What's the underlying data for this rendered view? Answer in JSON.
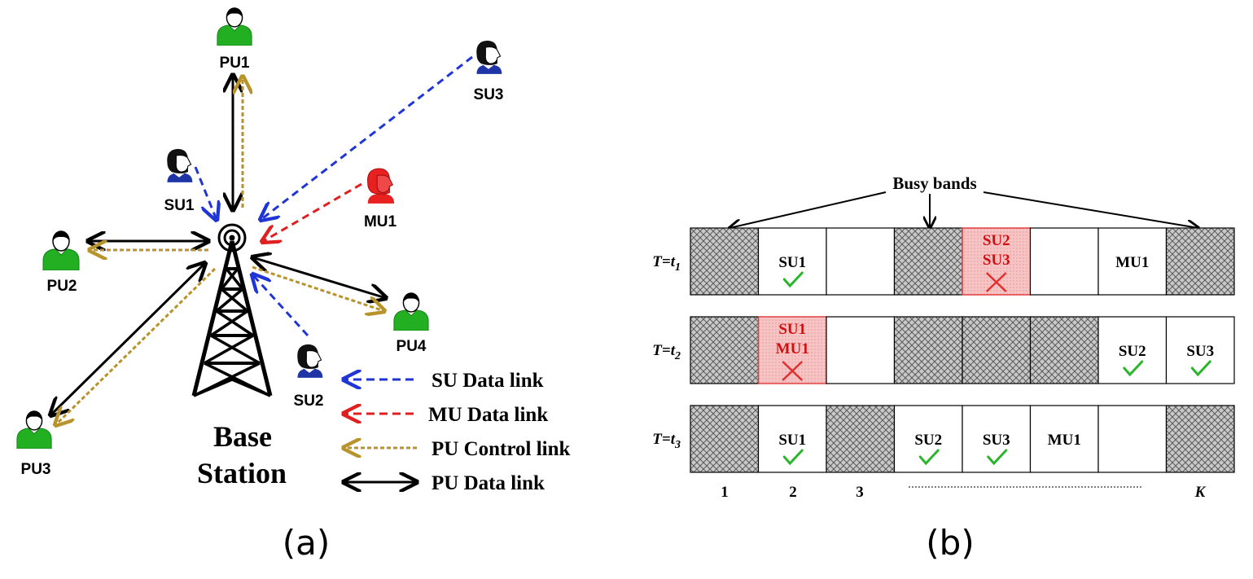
{
  "panel_a": {
    "nodes": {
      "pu1": "PU1",
      "pu2": "PU2",
      "pu3": "PU3",
      "pu4": "PU4",
      "su1": "SU1",
      "su2": "SU2",
      "su3": "SU3",
      "mu1": "MU1"
    },
    "base_station": {
      "line1": "Base",
      "line2": "Station"
    },
    "legend": {
      "su_data": "SU Data link",
      "mu_data": "MU Data link",
      "pu_control": "PU Control link",
      "pu_data": "PU Data link"
    },
    "caption": "(a)"
  },
  "panel_b": {
    "busy_title": "Busy bands",
    "rows": [
      {
        "label_main": "T=t",
        "label_sub": "1",
        "cells": [
          {
            "state": "busy",
            "lines": [],
            "mark": ""
          },
          {
            "state": "free",
            "lines": [
              "SU1"
            ],
            "mark": "check"
          },
          {
            "state": "free",
            "lines": [],
            "mark": ""
          },
          {
            "state": "busy",
            "lines": [],
            "mark": ""
          },
          {
            "state": "collision",
            "lines": [
              "SU2",
              "SU3"
            ],
            "mark": "cross"
          },
          {
            "state": "free",
            "lines": [],
            "mark": ""
          },
          {
            "state": "free",
            "lines": [
              "MU1"
            ],
            "mark": ""
          },
          {
            "state": "busy",
            "lines": [],
            "mark": ""
          }
        ]
      },
      {
        "label_main": "T=t",
        "label_sub": "2",
        "cells": [
          {
            "state": "busy",
            "lines": [],
            "mark": ""
          },
          {
            "state": "collision",
            "lines": [
              "SU1",
              "MU1"
            ],
            "mark": "cross"
          },
          {
            "state": "free",
            "lines": [],
            "mark": ""
          },
          {
            "state": "busy",
            "lines": [],
            "mark": ""
          },
          {
            "state": "busy",
            "lines": [],
            "mark": ""
          },
          {
            "state": "busy",
            "lines": [],
            "mark": ""
          },
          {
            "state": "free",
            "lines": [
              "SU2"
            ],
            "mark": "check"
          },
          {
            "state": "free",
            "lines": [
              "SU3"
            ],
            "mark": "check"
          }
        ]
      },
      {
        "label_main": "T=t",
        "label_sub": "3",
        "cells": [
          {
            "state": "busy",
            "lines": [],
            "mark": ""
          },
          {
            "state": "free",
            "lines": [
              "SU1"
            ],
            "mark": "check"
          },
          {
            "state": "busy",
            "lines": [],
            "mark": ""
          },
          {
            "state": "free",
            "lines": [
              "SU2"
            ],
            "mark": "check"
          },
          {
            "state": "free",
            "lines": [
              "SU3"
            ],
            "mark": "check"
          },
          {
            "state": "free",
            "lines": [
              "MU1"
            ],
            "mark": ""
          },
          {
            "state": "free",
            "lines": [],
            "mark": ""
          },
          {
            "state": "busy",
            "lines": [],
            "mark": ""
          }
        ]
      }
    ],
    "index_labels": {
      "first": "1",
      "second": "2",
      "third": "3",
      "last": "K"
    },
    "caption": "(b)"
  },
  "colors": {
    "su_link": "#1f35d6",
    "mu_link": "#e02020",
    "pu_control": "#b8922a",
    "pu_data": "#000000",
    "pu_body": "#22b022",
    "mu_body": "#e82020",
    "collision_fill": "#f6c4c4",
    "collision_border": "#e04040",
    "check": "#2bb52b",
    "cross": "#e03030"
  }
}
